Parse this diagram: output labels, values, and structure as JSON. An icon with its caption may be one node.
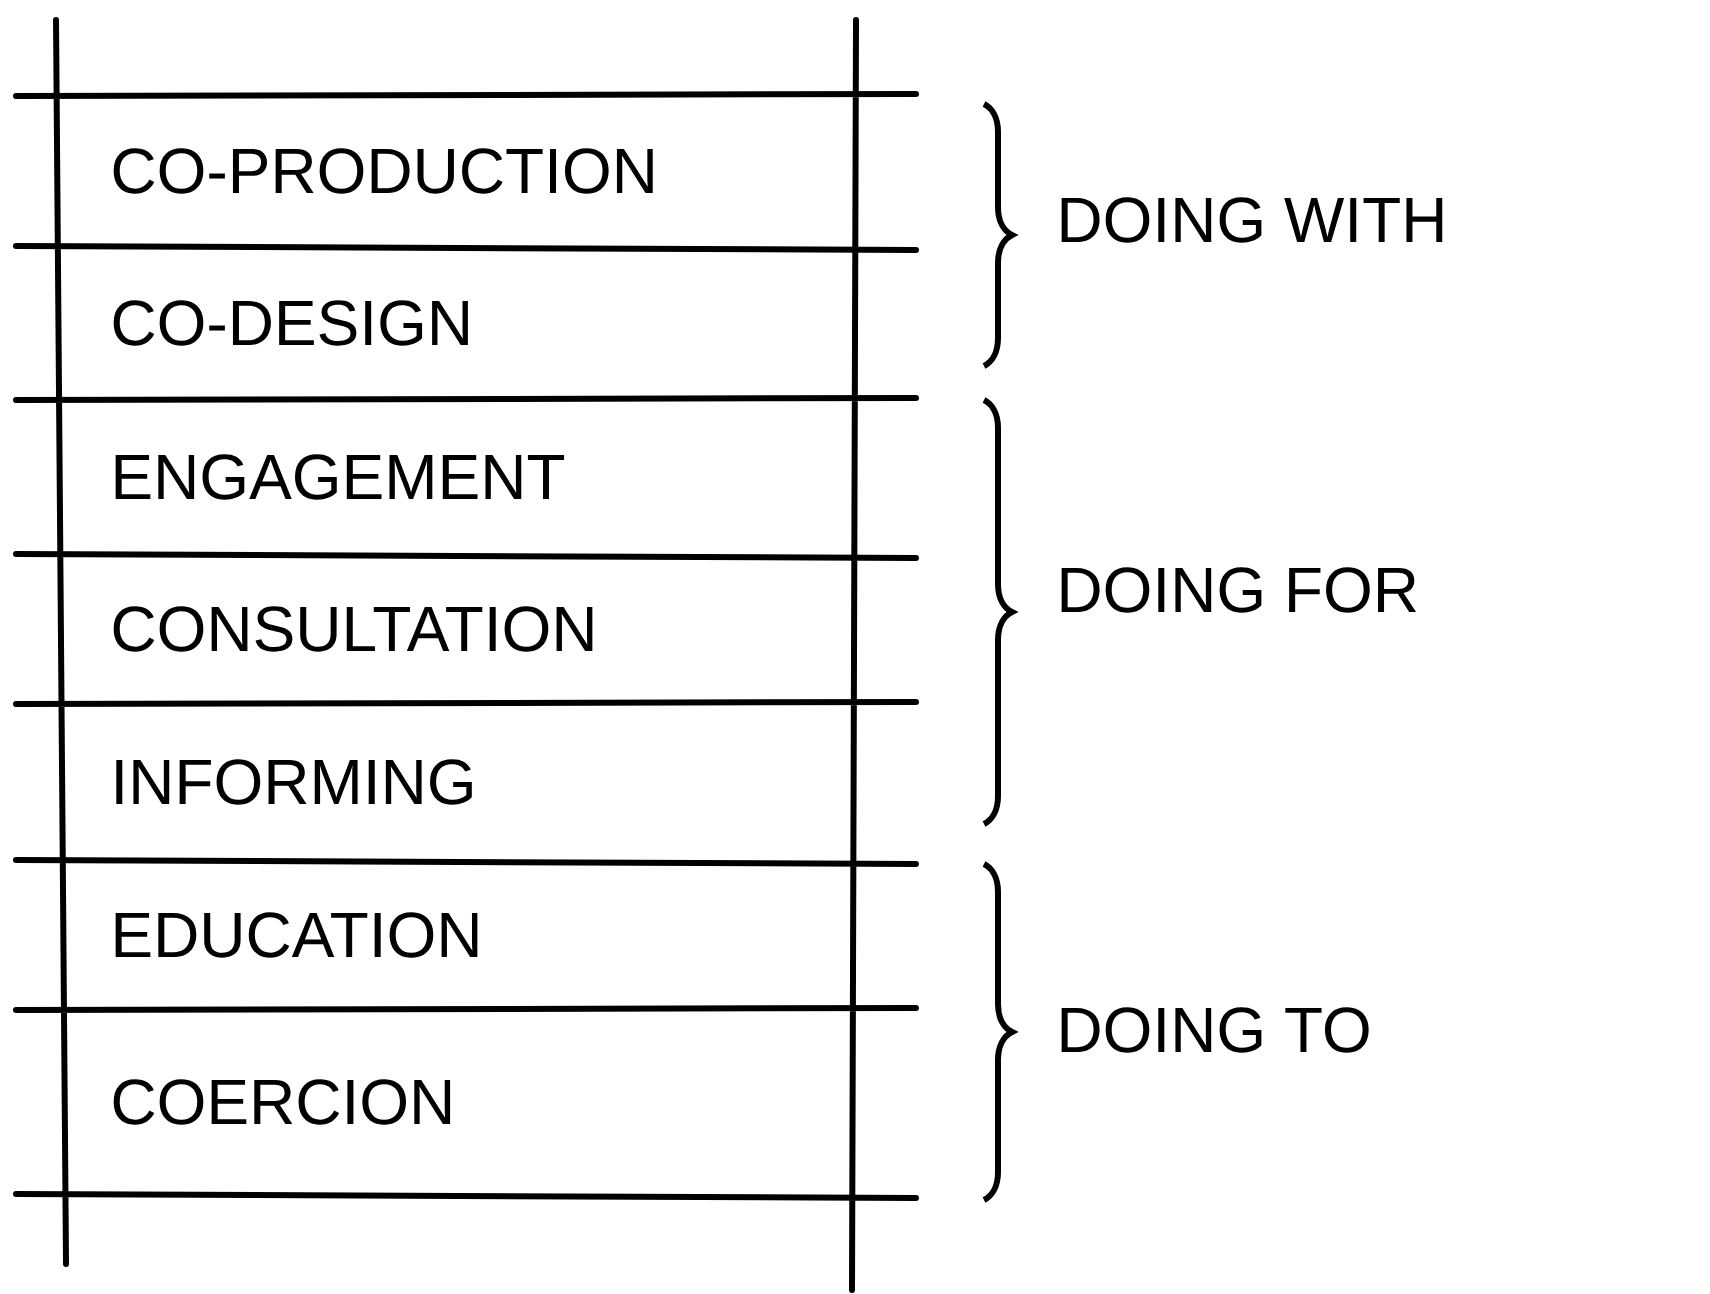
{
  "diagram": {
    "nodes": [
      {
        "text": [
          "CO-PRODUCTION"
        ]
      },
      {
        "text": [
          "CO-DESIGN"
        ]
      },
      {
        "text": [
          "ENGAGEMENT"
        ]
      },
      {
        "text": [
          "CONSULTATION"
        ]
      },
      {
        "text": [
          "INFORMING"
        ]
      },
      {
        "text": [
          "EDUCATION"
        ]
      },
      {
        "text": [
          "COERCION"
        ]
      }
    ],
    "edges": [],
    "labels": [
      "DOING WITH",
      "DOING FOR",
      "DOING TO"
    ]
  }
}
